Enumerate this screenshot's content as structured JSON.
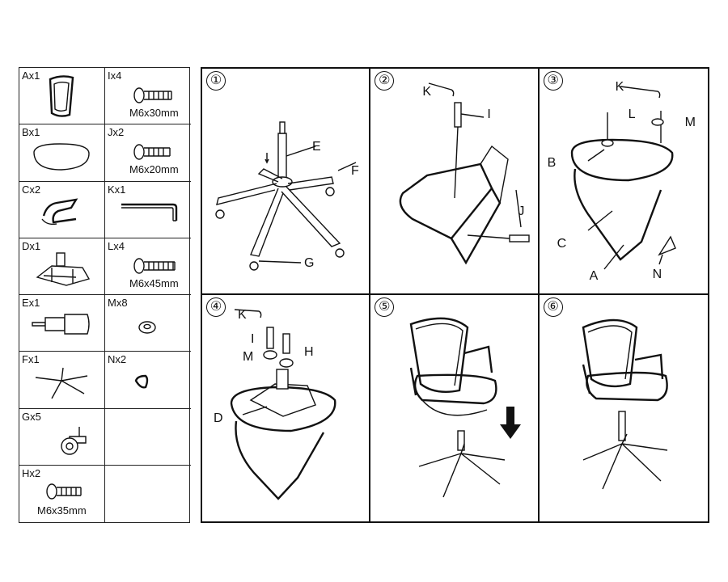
{
  "parts": [
    {
      "label": "Ax1",
      "size": "",
      "icon": "backrest-frame-icon"
    },
    {
      "label": "Ix4",
      "size": "M6x30mm",
      "icon": "bolt-icon"
    },
    {
      "label": "Bx1",
      "size": "",
      "icon": "seat-cushion-icon"
    },
    {
      "label": "Jx2",
      "size": "M6x20mm",
      "icon": "bolt-icon"
    },
    {
      "label": "Cx2",
      "size": "",
      "icon": "connector-bracket-icon"
    },
    {
      "label": "Kx1",
      "size": "",
      "icon": "allen-key-icon"
    },
    {
      "label": "Dx1",
      "size": "",
      "icon": "seat-mechanism-icon"
    },
    {
      "label": "Lx4",
      "size": "M6x45mm",
      "icon": "bolt-icon"
    },
    {
      "label": "Ex1",
      "size": "",
      "icon": "gas-lift-icon"
    },
    {
      "label": "Mx8",
      "size": "",
      "icon": "washer-icon"
    },
    {
      "label": "Fx1",
      "size": "",
      "icon": "star-base-icon"
    },
    {
      "label": "Nx2",
      "size": "",
      "icon": "cap-icon"
    },
    {
      "label": "Gx5",
      "size": "",
      "icon": "caster-icon"
    },
    {
      "label": "",
      "size": "",
      "icon": ""
    },
    {
      "label": "Hx2",
      "size": "M6x35mm",
      "icon": "bolt-icon"
    },
    {
      "label": "",
      "size": "",
      "icon": ""
    }
  ],
  "steps": [
    {
      "number": "①",
      "callouts": [
        "E",
        "F",
        "G"
      ]
    },
    {
      "number": "②",
      "callouts": [
        "K",
        "I",
        "J"
      ]
    },
    {
      "number": "③",
      "callouts": [
        "K",
        "L",
        "M",
        "B",
        "C",
        "A",
        "N"
      ]
    },
    {
      "number": "④",
      "callouts": [
        "K",
        "I",
        "M",
        "H",
        "D"
      ]
    },
    {
      "number": "⑤",
      "callouts": []
    },
    {
      "number": "⑥",
      "callouts": []
    }
  ]
}
